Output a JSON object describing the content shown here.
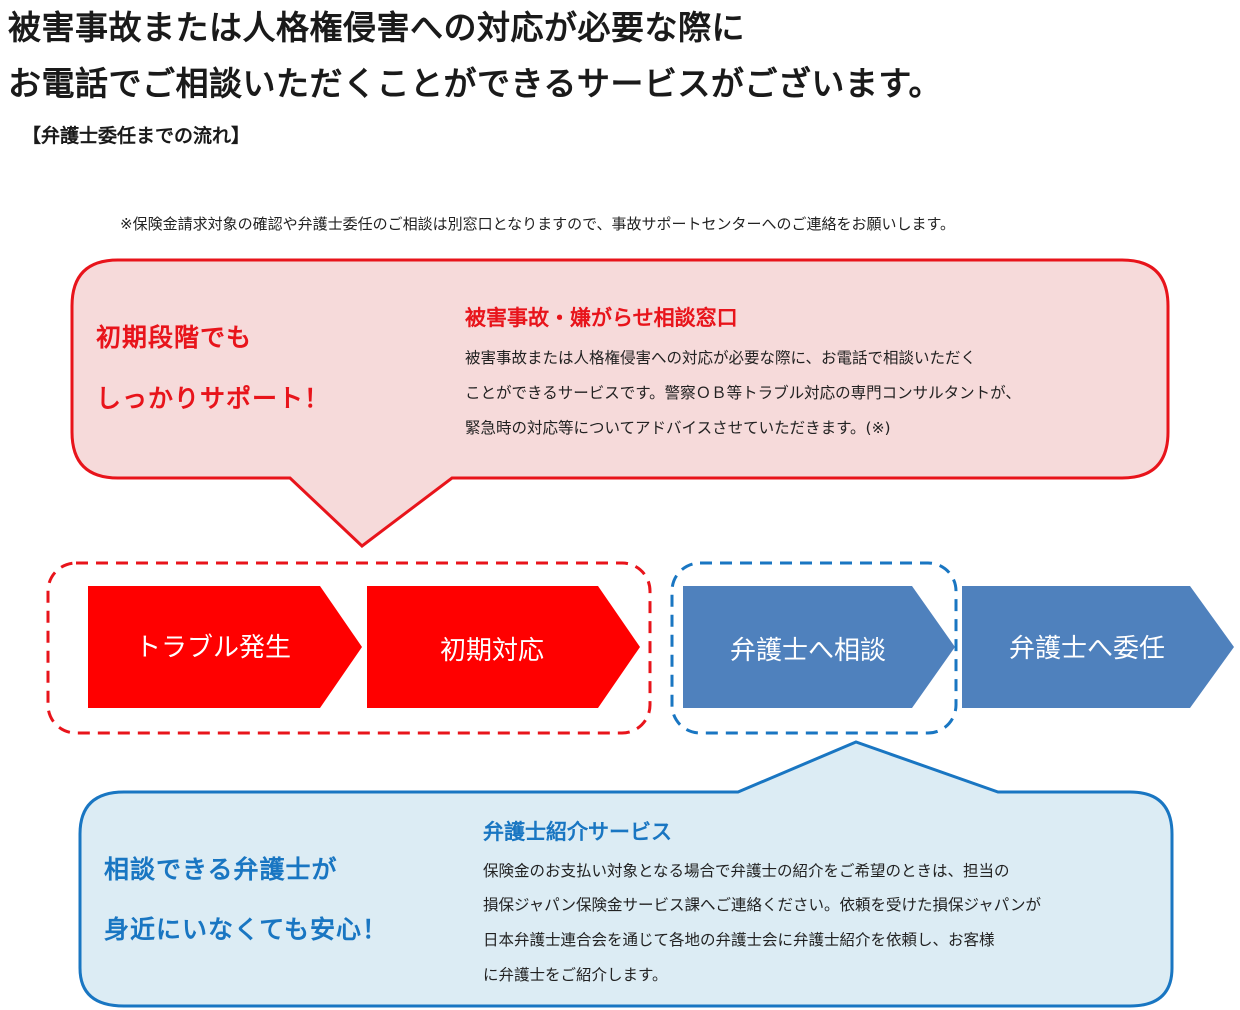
{
  "headline": {
    "line1": "被害事故または人格権侵害への対応が必要な際に",
    "line2": "お電話でご相談いただくことができるサービスがございます。"
  },
  "section_title": "【弁護士委任までの流れ】",
  "note": "※保険金請求対象の確認や弁護士委任のご相談は別窓口となりますので、事故サポートセンターへのご連絡をお願いします。",
  "callout_top": {
    "tagline_1": "初期段階でも",
    "tagline_2": "しっかりサポート！",
    "title": "被害事故・嫌がらせ相談窓口",
    "body_lines": [
      "被害事故または人格権侵害への対応が必要な際に、お電話で相談いただく",
      "ことができるサービスです。警察ＯＢ等トラブル対応の専門コンサルタントが、",
      "緊急時の対応等についてアドバイスさせていただきます。(※)"
    ],
    "colors": {
      "border": "#e8141b",
      "fill": "#f6dada",
      "text": "#e8141b"
    }
  },
  "callout_bottom": {
    "tagline_1": "相談できる弁護士が",
    "tagline_2": "身近にいなくても安心！",
    "title": "弁護士紹介サービス",
    "body_lines": [
      "保険金のお支払い対象となる場合で弁護士の紹介をご希望のときは、担当の",
      "損保ジャパン保険金サービス課へご連絡ください。依頼を受けた損保ジャパンが",
      "日本弁護士連合会を通じて各地の弁護士会に弁護士紹介を依頼し、お客様",
      "に弁護士をご紹介します。"
    ],
    "colors": {
      "border": "#1976c2",
      "fill": "#dcecf4",
      "text": "#1976c2"
    }
  },
  "flow_steps": [
    {
      "label": "トラブル発生",
      "color": "#ff0000"
    },
    {
      "label": "初期対応",
      "color": "#ff0000"
    },
    {
      "label": "弁護士へ相談",
      "color": "#4f81bd"
    },
    {
      "label": "弁護士へ委任",
      "color": "#4f81bd"
    }
  ]
}
